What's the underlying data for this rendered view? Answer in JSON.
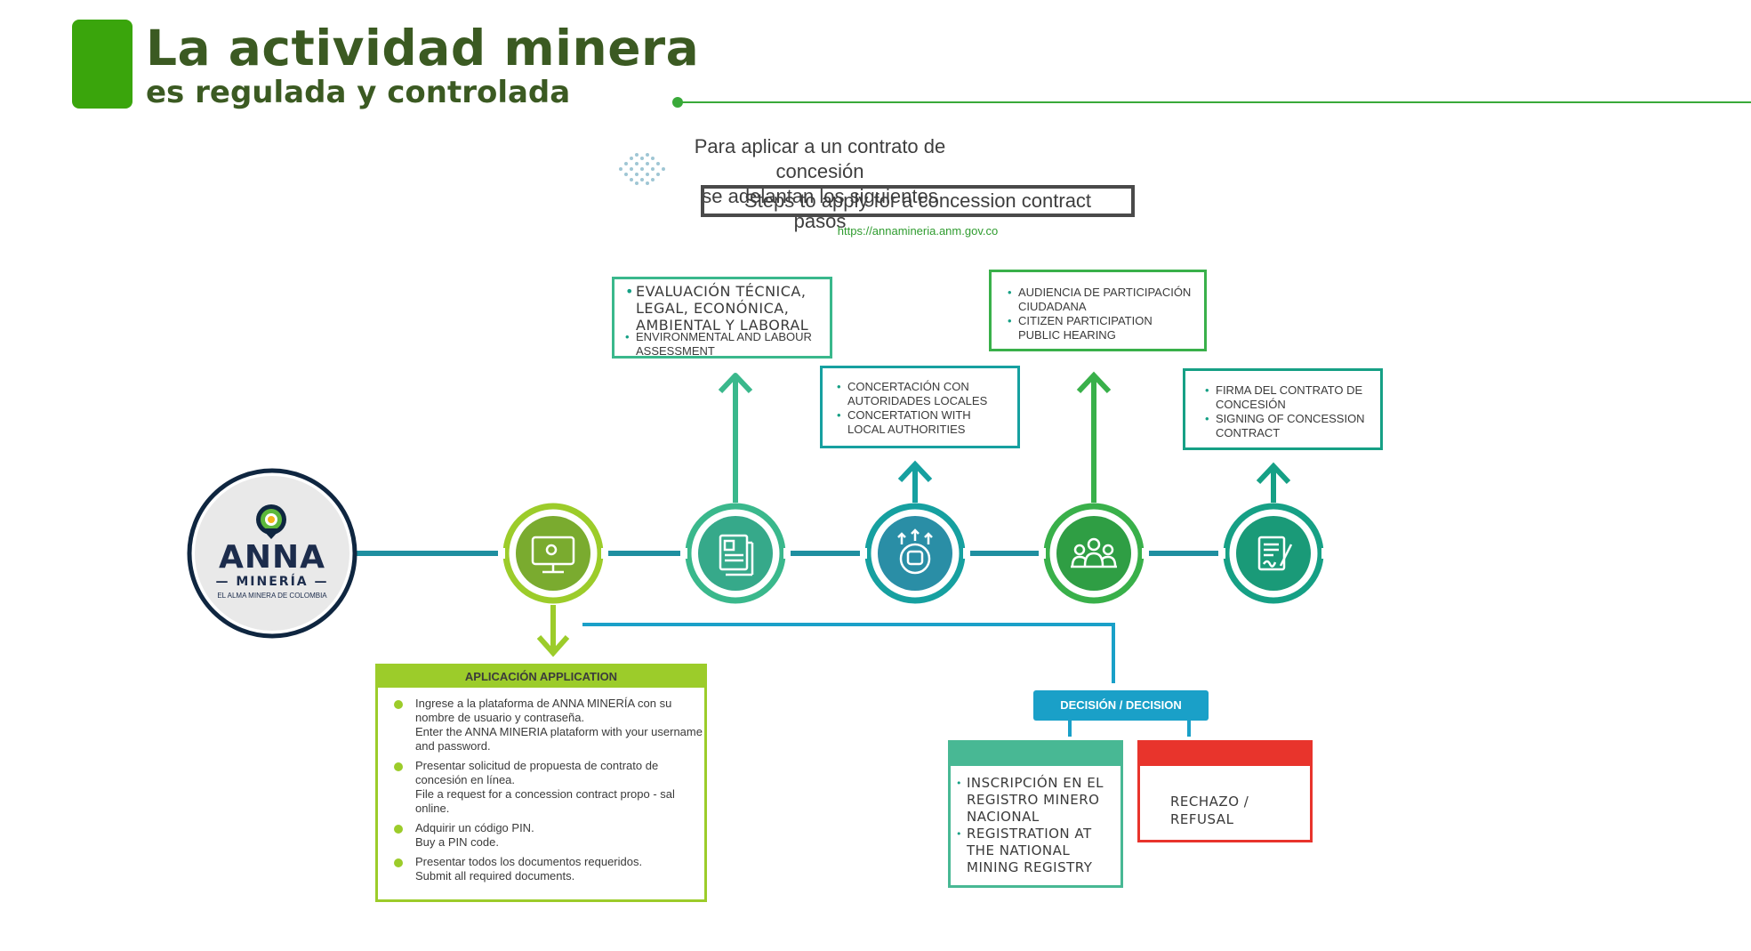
{
  "header": {
    "title": "La actividad minera",
    "subtitle": "es regulada y controlada"
  },
  "intro": {
    "line_es_1": "Para aplicar a un contrato de concesión",
    "line_es_2": "se adelantan los siguientes pasos",
    "line_en": "Steps to apply for a concession contract",
    "url": "https://annamineria.anm.gov.co"
  },
  "logo": {
    "name": "ANNA",
    "sub": "MINERÍA",
    "slogan": "EL ALMA MINERA DE COLOMBIA"
  },
  "steps": {
    "evaluation": {
      "es": "EVALUACIÓN TÉCNICA, LEGAL, ECONÓNICA, AMBIENTAL Y LABORAL",
      "en": "ENVIRONMENTAL AND LABOUR ASSESSMENT"
    },
    "concertation": {
      "es": "CONCERTACIÓN CON AUTORIDADES LOCALES",
      "en": "CONCERTATION WITH LOCAL AUTHORITIES"
    },
    "hearing": {
      "es": "AUDIENCIA DE PARTICIPACIÓN CIUDADANA",
      "en": "CITIZEN PARTICIPATION PUBLIC HEARING"
    },
    "signing": {
      "es": "FIRMA DEL CONTRATO DE CONCESIÓN",
      "en": "SIGNING OF CONCESSION CONTRACT"
    }
  },
  "application": {
    "header": "APLICACIÓN APPLICATION",
    "items": [
      {
        "es": "Ingrese a la plataforma de ANNA MINERÍA con su nombre de usuario y contraseña.",
        "en": "Enter the ANNA MINERIA plataform with your username and password."
      },
      {
        "es": "Presentar solicitud de propuesta de contrato de concesión en línea.",
        "en": "File a request for a concession contract propo - sal online."
      },
      {
        "es": "Adquirir un código PIN.",
        "en": "Buy a PIN code."
      },
      {
        "es": "Presentar todos los documentos requeridos.",
        "en": "Submit all required documents."
      }
    ]
  },
  "decision": {
    "label": "DECISIÓN / DECISION",
    "registration_es": "INSCRIPCIÓN EN EL REGISTRO MINERO NACIONAL",
    "registration_en": "REGISTRATION AT THE NATIONAL MINING REGISTRY",
    "refusal": "RECHAZO  /  REFUSAL"
  },
  "icons": [
    "computer-icon",
    "document-icon",
    "fist-arrows-icon",
    "people-icon",
    "signed-contract-icon"
  ],
  "colors": {
    "brand_green": "#3aa50c",
    "title_green": "#3b5a22",
    "application_lime": "#9ccc2a",
    "decision_blue": "#1aa0c8",
    "registry_green": "#48b894",
    "refusal_red": "#e8342c"
  }
}
